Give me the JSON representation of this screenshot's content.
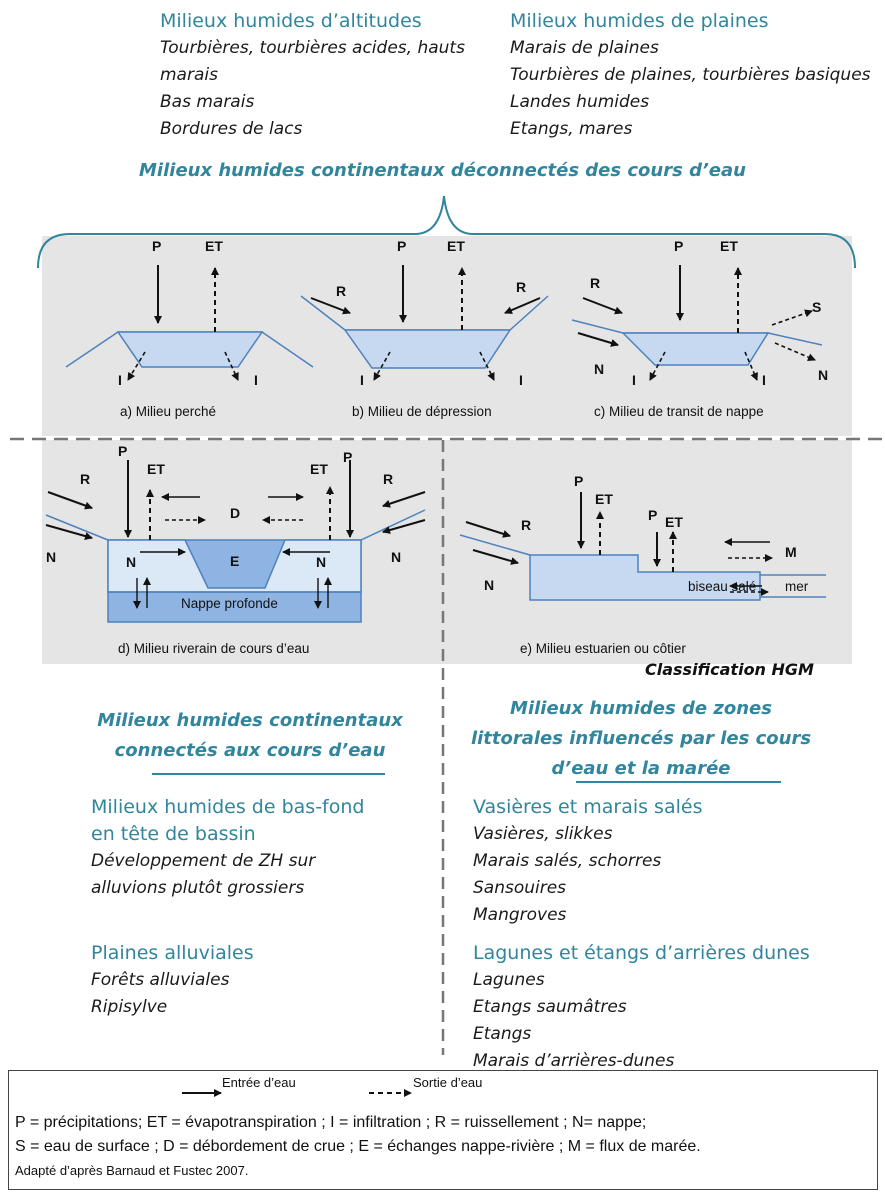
{
  "top_left": {
    "title": "Milieux humides d’altitudes",
    "items": [
      "Tourbières, tourbières acides, hauts",
      "marais",
      "Bas marais",
      "Bordures de lacs"
    ]
  },
  "top_right": {
    "title": "Milieux humides de plaines",
    "items": [
      "Marais de plaines",
      "Tourbières de plaines, tourbières basiques",
      "Landes humides",
      "Etangs, mares"
    ]
  },
  "disconnected_title": "Milieux humides continentaux déconnectés des cours d’eau",
  "diagrams": {
    "a_caption": "a) Milieu perché",
    "b_caption": "b) Milieu de dépression",
    "c_caption": "c) Milieu de transit de nappe",
    "d_caption": "d) Milieu riverain de cours d’eau",
    "e_caption": "e) Milieu estuarien ou côtier",
    "nappe_profonde": "Nappe profonde",
    "biseau_sale": "biseau salé",
    "mer": "mer",
    "label_P": "P",
    "label_ET": "ET",
    "label_I": "I",
    "label_R": "R",
    "label_N": "N",
    "label_S": "S",
    "label_D": "D",
    "label_E": "E",
    "label_M": "M"
  },
  "classification_label": "Classification HGM",
  "connected": {
    "title_line1": "Milieux humides continentaux",
    "title_line2": "connectés aux cours d’eau",
    "groups": [
      {
        "title_line1": "Milieux humides de bas-fond",
        "title_line2": "en tête de bassin",
        "items": [
          "Développement de ZH sur",
          "alluvions plutôt grossiers"
        ]
      },
      {
        "title_line1": "Plaines alluviales",
        "title_line2": "",
        "items": [
          "Forêts alluviales",
          "Ripisylve"
        ]
      }
    ]
  },
  "coastal": {
    "title_line1": "Milieux humides de zones",
    "title_line2": "littorales influencés par les cours",
    "title_line3": "d’eau et la marée",
    "groups": [
      {
        "title": "Vasières et marais salés",
        "items": [
          "Vasières, slikkes",
          "Marais salés, schorres",
          "Sansouires",
          "Mangroves"
        ]
      },
      {
        "title": "Lagunes et étangs d’arrières dunes",
        "items": [
          "Lagunes",
          "Etangs saumâtres",
          "Etangs",
          "Marais d’arrières-dunes"
        ]
      }
    ]
  },
  "legend": {
    "entree": "Entrée d’eau",
    "sortie": "Sortie d’eau",
    "line1": "P = précipitations;  ET = évapotranspiration ; I = infiltration ; R = ruissellement ; N= nappe;",
    "line2": "S = eau de surface ; D = débordement de crue ; E = échanges nappe-rivière ; M = flux de marée.",
    "source": "Adapté d’après Barnaud et Fustec 2007."
  },
  "colors": {
    "accent": "#31859c",
    "water": "#c6d9f1",
    "water_dark": "#8eb4e3",
    "outline": "#4f81bd",
    "panel": "#e5e5e5"
  }
}
